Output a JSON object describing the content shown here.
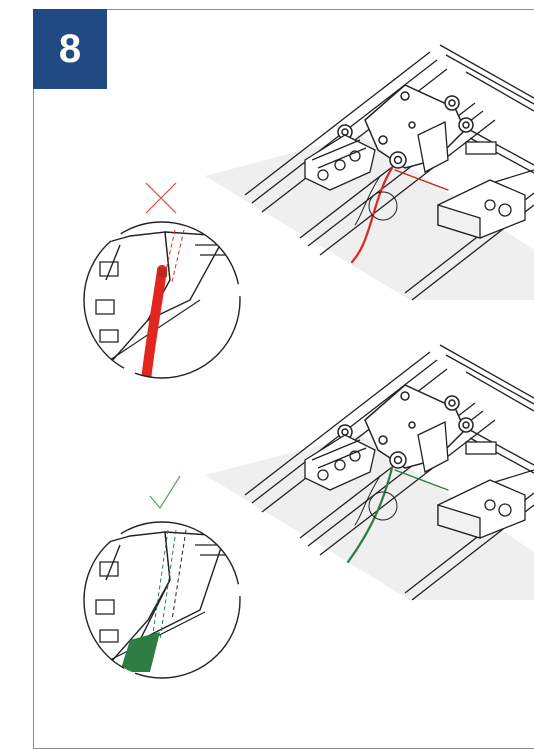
{
  "step": {
    "number": "8"
  },
  "colors": {
    "badge": "#214a85",
    "wrong_mark": "#e8443a",
    "correct_mark": "#5aa55a",
    "wire_wrong": "#e0261e",
    "wire_correct": "#2e7d43",
    "floor": "#f0f0f0"
  },
  "panels": [
    {
      "id": "incorrect",
      "status_icon": "cross-icon"
    },
    {
      "id": "correct",
      "status_icon": "check-icon"
    }
  ]
}
